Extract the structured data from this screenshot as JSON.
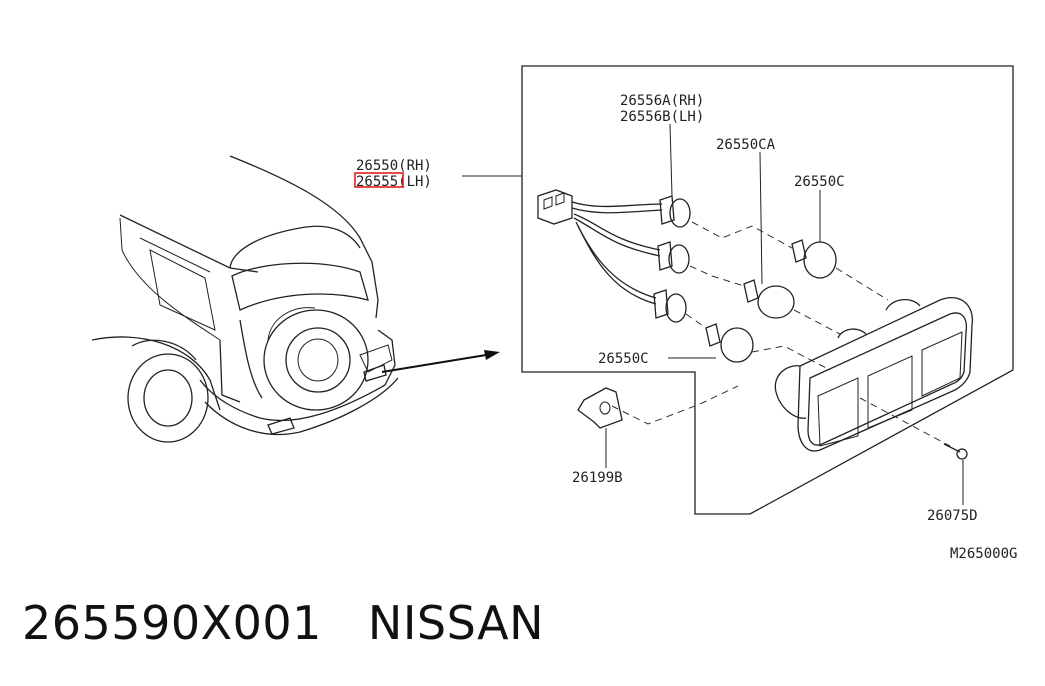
{
  "callouts": {
    "assembly_rh": "26550(RH)",
    "assembly_lh": "26555(LH)",
    "socket_rh": "26556A(RH)",
    "socket_lh": "26556B(LH)",
    "bulb_ca": "26550CA",
    "bulb_c_upper": "26550C",
    "bulb_c_lower": "26550C",
    "bracket": "26199B",
    "screw": "26075D",
    "figure_code": "M265000G"
  },
  "footer": {
    "part_number": "265590X001",
    "brand": "NISSAN"
  },
  "colors": {
    "line": "#222222",
    "highlight_box": "#e02020",
    "background": "#ffffff"
  }
}
